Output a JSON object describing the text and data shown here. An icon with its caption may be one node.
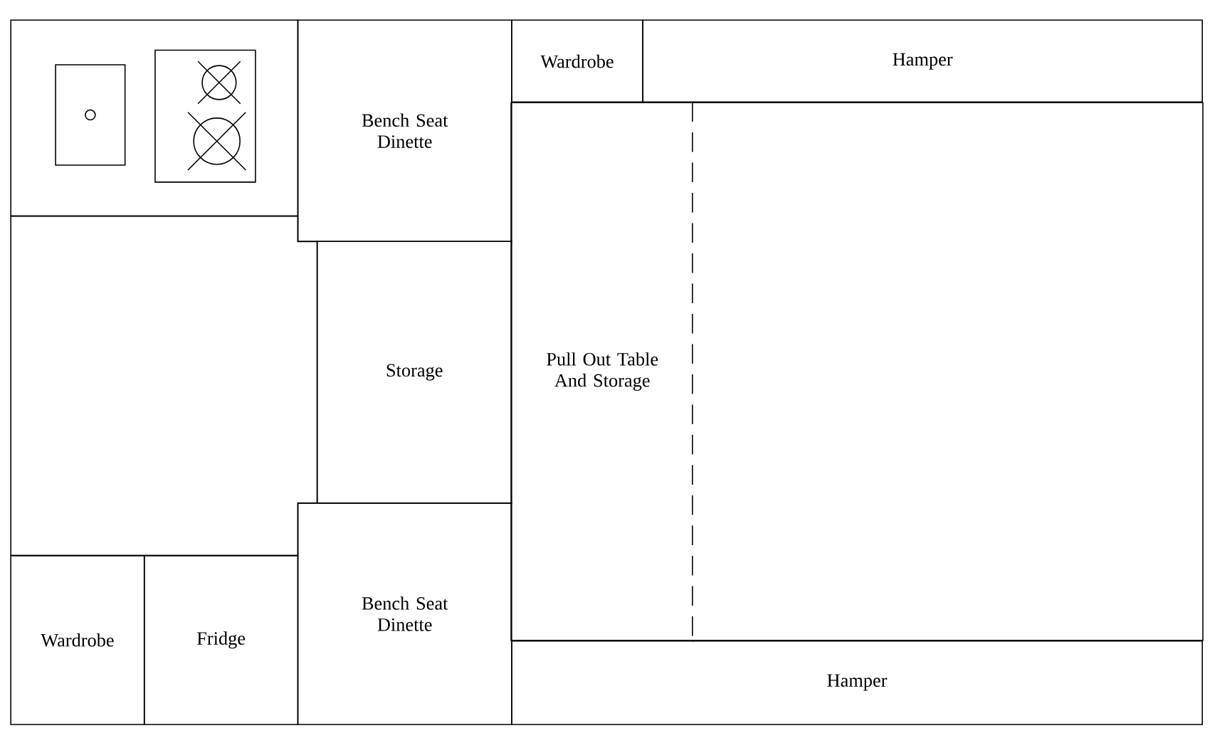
{
  "diagram": {
    "nodes": [
      {
        "text": [],
        "shape": "box"
      },
      {
        "text": [],
        "shape": "box",
        "in": 0
      },
      {
        "text": [],
        "shape": "box",
        "in": 0
      },
      {
        "text": [
          "Bench Seat Dinette"
        ]
      },
      {
        "text": [
          "Wardrobe"
        ]
      },
      {
        "text": [
          "Hamper"
        ]
      },
      {
        "text": [],
        "shape": "box"
      },
      {
        "text": [
          "Storage"
        ]
      },
      {
        "text": [
          "Pull Out Table And Storage"
        ]
      },
      {
        "text": [],
        "shape": "box"
      },
      {
        "text": [
          "Bench Seat Dinette"
        ]
      },
      {
        "text": [
          "Wardrobe"
        ]
      },
      {
        "text": [
          "Fridge"
        ]
      },
      {
        "text": [
          "Hamper"
        ]
      }
    ]
  }
}
